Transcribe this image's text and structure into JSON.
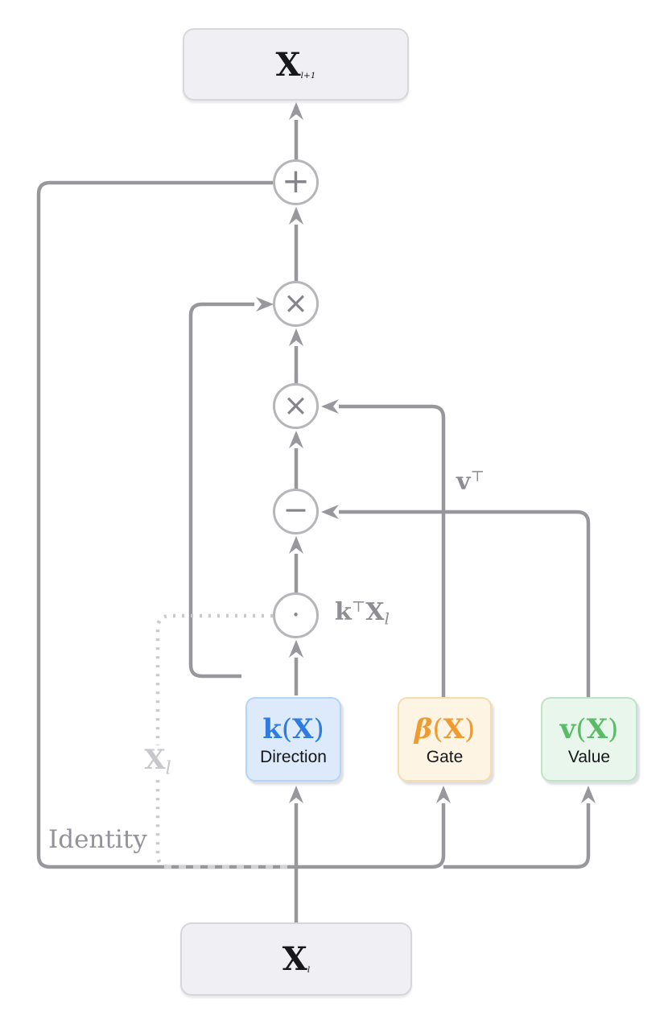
{
  "diagram": {
    "output_node": {
      "base": "X",
      "sub": "l+1"
    },
    "input_node": {
      "base": "X",
      "sub": "l"
    },
    "ops": {
      "plus": "+",
      "times_upper": "×",
      "times_lower": "×",
      "minus": "−",
      "dot": "•"
    },
    "branches": {
      "direction": {
        "fn": "k",
        "open": "(",
        "arg": "X",
        "close": ")",
        "caption": "Direction",
        "accent": "#2e7ce0",
        "fill": "#dceafb",
        "border": "#b5d4f6"
      },
      "gate": {
        "fn": "β",
        "open": "(",
        "arg": "X",
        "close": ")",
        "caption": "Gate",
        "accent": "#ef9b31",
        "fill": "#fdf4e4",
        "border": "#f5dcae"
      },
      "value": {
        "fn": "v",
        "open": "(",
        "arg": "X",
        "close": ")",
        "caption": "Value",
        "accent": "#5abc68",
        "fill": "#e9f6eb",
        "border": "#bfe3c6"
      }
    },
    "edge_labels": {
      "identity": "Identity",
      "ghost_input": {
        "base": "X",
        "sub": "l"
      },
      "key_projection": {
        "b1": "k",
        "sup1": "⊤",
        "b2": "X",
        "sub2": "l"
      },
      "value_transpose": {
        "base": "v",
        "sup": "⊤"
      }
    },
    "colors": {
      "edge": "#97979c",
      "ghost_edge": "#c8c8cd",
      "overlap_dash": "#d2d2d6",
      "op_circle_border": "#b5b5ba",
      "op_symbol": "#84848a",
      "io_box_fill": "#f0f0f4",
      "io_box_border": "#d7d7db",
      "gray_label": "#8d8d93",
      "ghost_label": "#c7c7cc"
    }
  }
}
